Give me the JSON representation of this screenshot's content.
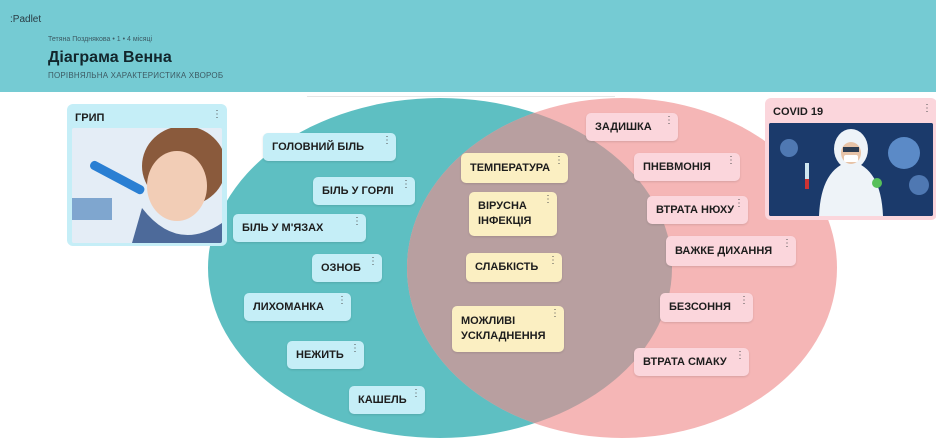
{
  "app": {
    "logo": ":Padlet"
  },
  "board": {
    "meta": "Тетяна Позднякова • 1 • 4 місяці",
    "title": "Діаграма Венна",
    "subtitle": "ПОРІВНЯЛЬНА ХАРАКТЕРИСТИКА ХВОРОБ"
  },
  "colors": {
    "header": "#75cbd3",
    "left_circle": "#5ebfc2",
    "right_circle": "#f5b6b6",
    "overlap": "#b89fa0"
  },
  "flu": {
    "label": "ГРИП",
    "image_icon": "woman-with-thermometer-photo",
    "items": [
      "ГОЛОВНИЙ БІЛЬ",
      "БІЛЬ У ГОРЛІ",
      "БІЛЬ У М'ЯЗАХ",
      "ОЗНОБ",
      "ЛИХОМАНКА",
      "НЕЖИТЬ",
      "КАШЕЛЬ"
    ]
  },
  "common": {
    "items": [
      "ТЕМПЕРАТУРА",
      "ВІРУСНА ІНФЕКЦІЯ",
      "СЛАБКІСТЬ",
      "МОЖЛИВІ УСКЛАДНЕННЯ"
    ]
  },
  "covid": {
    "label": "COVID 19",
    "image_icon": "doctor-in-protective-suit-photo",
    "items": [
      "ЗАДИШКА",
      "ПНЕВМОНІЯ",
      "ВТРАТА НЮХУ",
      "ВАЖКЕ ДИХАННЯ",
      "БЕЗСОННЯ",
      "ВТРАТА СМАКУ"
    ]
  },
  "menu_glyph": "⋮"
}
